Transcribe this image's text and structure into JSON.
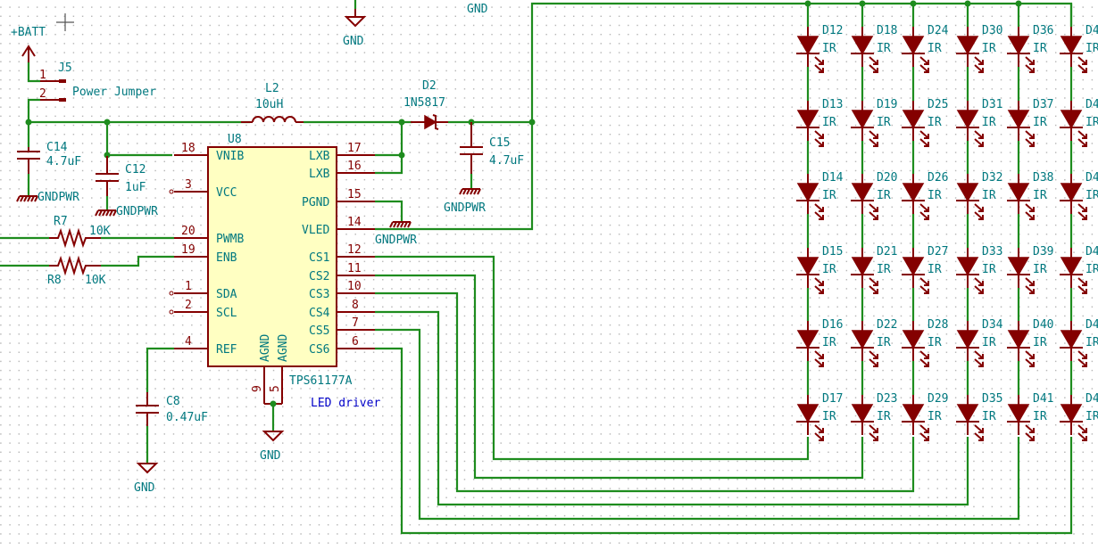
{
  "app": "KiCad Eeschema schematic view",
  "power_labels": {
    "batt": "+BATT",
    "gnd_top": "GND",
    "gnd_net_label": "GND",
    "gnd_agnd": "GND",
    "gnd_c8": "GND",
    "gndpwr_c14": "GNDPWR",
    "gndpwr_c12": "GNDPWR",
    "gndpwr_c15": "GNDPWR",
    "gndpwr_pgnd": "GNDPWR"
  },
  "connector": {
    "ref": "J5",
    "value": "Power Jumper",
    "pins": [
      "1",
      "2"
    ]
  },
  "inductor": {
    "ref": "L2",
    "value": "10uH"
  },
  "diode": {
    "ref": "D2",
    "value": "1N5817"
  },
  "capacitors": [
    {
      "ref": "C14",
      "value": "4.7uF"
    },
    {
      "ref": "C12",
      "value": "1uF"
    },
    {
      "ref": "C15",
      "value": "4.7uF"
    },
    {
      "ref": "C8",
      "value": "0.47uF"
    }
  ],
  "resistors": [
    {
      "ref": "R7",
      "value": "10K"
    },
    {
      "ref": "R8",
      "value": "10K"
    }
  ],
  "ic": {
    "ref": "U8",
    "value": "TPS61177A",
    "note": "LED driver",
    "left_pins": [
      {
        "num": "18",
        "name": "VNIB"
      },
      {
        "num": "3",
        "name": "VCC"
      },
      {
        "num": "20",
        "name": "PWMB"
      },
      {
        "num": "19",
        "name": "ENB"
      },
      {
        "num": "1",
        "name": "SDA"
      },
      {
        "num": "2",
        "name": "SCL"
      },
      {
        "num": "4",
        "name": "REF"
      }
    ],
    "right_pins": [
      {
        "num": "17",
        "name": "LXB"
      },
      {
        "num": "16",
        "name": "LXB"
      },
      {
        "num": "15",
        "name": "PGND"
      },
      {
        "num": "14",
        "name": "VLED"
      },
      {
        "num": "12",
        "name": "CS1"
      },
      {
        "num": "11",
        "name": "CS2"
      },
      {
        "num": "10",
        "name": "CS3"
      },
      {
        "num": "8",
        "name": "CS4"
      },
      {
        "num": "7",
        "name": "CS5"
      },
      {
        "num": "6",
        "name": "CS6"
      }
    ],
    "bottom_pins": [
      {
        "num": "9",
        "name": "AGND"
      },
      {
        "num": "5",
        "name": "AGND"
      }
    ]
  },
  "led_array": {
    "value": "IR",
    "columns": [
      [
        "D12",
        "D13",
        "D14",
        "D15",
        "D16",
        "D17"
      ],
      [
        "D18",
        "D19",
        "D20",
        "D21",
        "D22",
        "D23"
      ],
      [
        "D24",
        "D25",
        "D26",
        "D27",
        "D28",
        "D29"
      ],
      [
        "D30",
        "D31",
        "D32",
        "D33",
        "D34",
        "D35"
      ],
      [
        "D36",
        "D37",
        "D38",
        "D39",
        "D40",
        "D41"
      ],
      [
        "D4",
        "D4",
        "D4",
        "D4",
        "D4",
        "D4"
      ]
    ]
  }
}
